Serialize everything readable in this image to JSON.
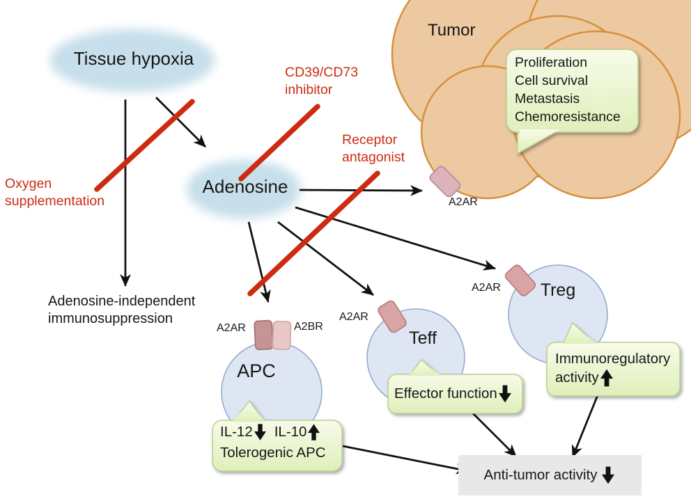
{
  "figure": {
    "description": "Pathway diagram of adenosine-mediated immunosuppression in the tumor microenvironment",
    "background": "#ffffff"
  },
  "colors": {
    "accent_red": "#cc2b12",
    "cloud_blue": "#c6dfea",
    "tumor_fill": "#ecc9a1",
    "tumor_stroke": "#d6903b",
    "cell_fill": "#dde6f2",
    "cell_stroke": "#94aacf",
    "receptor_dark_pink": "#cf9fa6",
    "receptor_light_pink": "#e7c7c7",
    "callout_fill_top": "#f7fbe9",
    "callout_fill_bottom": "#dfefba",
    "callout_stroke": "#b9cf8e",
    "outcome_bg": "#e8e8e8",
    "arrow_black": "#111111",
    "text": "#161616"
  },
  "icons": {
    "decrease": "thick-down-arrow",
    "increase": "thick-up-arrow"
  },
  "nodes": {
    "tissue_hypoxia": "Tissue hypoxia",
    "adenosine": "Adenosine",
    "tumor": "Tumor",
    "apc": "APC",
    "teff": "Teff",
    "treg": "Treg"
  },
  "receptor_labels": {
    "tumor_a2ar": "A2AR",
    "apc_a2ar": "A2AR",
    "apc_a2br": "A2BR",
    "teff_a2ar": "A2AR",
    "treg_a2ar": "A2AR"
  },
  "interventions": {
    "oxygen": {
      "line1": "Oxygen",
      "line2": "supplementation"
    },
    "cd39_cd73": {
      "line1": "CD39/CD73",
      "line2": "inhibitor"
    },
    "receptor_antagonist": {
      "line1": "Receptor",
      "line2": "antagonist"
    }
  },
  "annotations": {
    "adenosine_independent": {
      "line1": "Adenosine-independent",
      "line2": "immunosuppression"
    }
  },
  "callouts": {
    "tumor_effects": {
      "lines": [
        "Proliferation",
        "Cell survival",
        "Metastasis",
        "Chemoresistance"
      ]
    },
    "apc_effects": {
      "il12_label": "IL-12",
      "il10_label": "IL-10",
      "line2": "Tolerogenic APC"
    },
    "teff_effects": {
      "label": "Effector function"
    },
    "treg_effects": {
      "line1": "Immunoregulatory",
      "line2": "activity"
    }
  },
  "outcome": {
    "label": "Anti-tumor activity"
  }
}
